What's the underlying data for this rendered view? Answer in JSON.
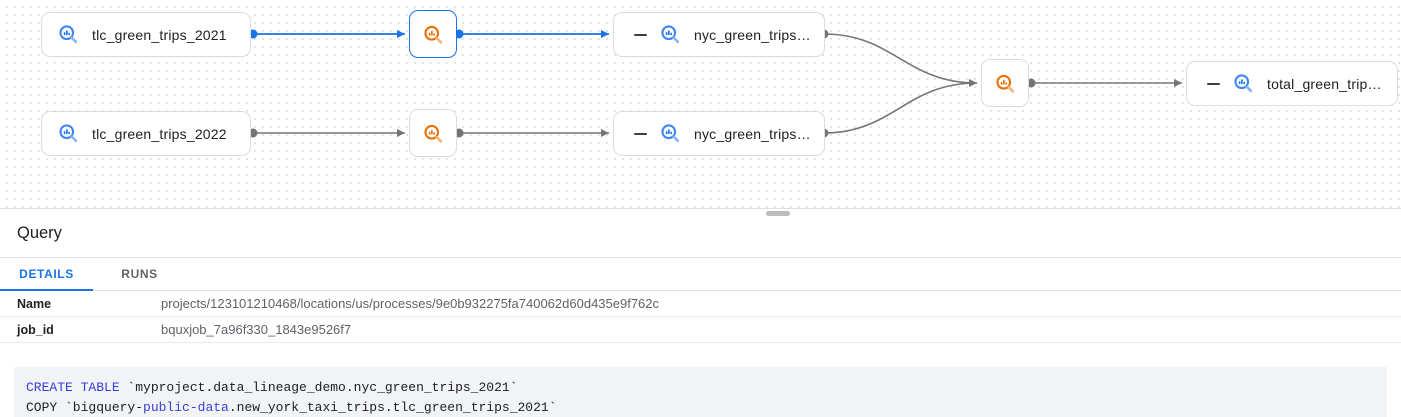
{
  "colors": {
    "accent_blue": "#1a73e8",
    "edge_gray": "#757575",
    "process_orange": "#e8710a",
    "keyword_blue": "#3a3fd9",
    "node_border": "#dadce0"
  },
  "graph": {
    "nodes": [
      {
        "label": "tlc_green_trips_2021",
        "type": "table"
      },
      {
        "label": "tlc_green_trips_2022",
        "type": "table"
      },
      {
        "label": "nyc_green_trips…",
        "type": "table",
        "collapsed_toggle": true
      },
      {
        "label": "nyc_green_trips…",
        "type": "table",
        "collapsed_toggle": true
      },
      {
        "label": "total_green_trip…",
        "type": "table",
        "collapsed_toggle": true
      }
    ],
    "process_nodes": [
      {
        "id": "query-process-1",
        "selected": true
      },
      {
        "id": "query-process-2",
        "selected": false
      },
      {
        "id": "query-process-3",
        "selected": false
      }
    ]
  },
  "panel": {
    "title": "Query",
    "tabs": [
      {
        "label": "DETAILS",
        "active": true
      },
      {
        "label": "RUNS",
        "active": false
      }
    ],
    "details": [
      {
        "label": "Name",
        "value": "projects/123101210468/locations/us/processes/9e0b932275fa740062d60d435e9f762c"
      },
      {
        "label": "job_id",
        "value": "bquxjob_7a96f330_1843e9526f7"
      }
    ]
  },
  "sql": {
    "line1": [
      {
        "text": "CREATE TABLE",
        "type": "keyword"
      },
      {
        "text": " `myproject.data_lineage_demo.nyc_green_trips_2021`",
        "type": "plain"
      }
    ],
    "line2": [
      {
        "text": "COPY `bigquery-",
        "type": "plain"
      },
      {
        "text": "public-data",
        "type": "keyword"
      },
      {
        "text": ".new_york_taxi_trips.tlc_green_trips_2021`",
        "type": "plain"
      }
    ]
  }
}
